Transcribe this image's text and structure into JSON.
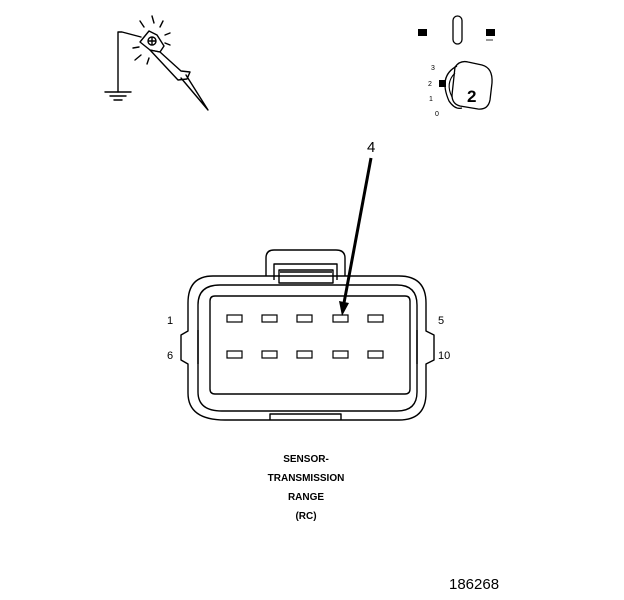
{
  "connector": {
    "pin_labels": {
      "top_left": "1",
      "bottom_left": "6",
      "top_right": "5",
      "bottom_right": "10"
    },
    "callout": "4",
    "caption": [
      "SENSOR-",
      "TRANSMISSION",
      "RANGE",
      "(RC)"
    ]
  },
  "ignition_key": {
    "positions": [
      "3",
      "2",
      "1",
      "0"
    ],
    "selected": "2"
  },
  "icons": {
    "probe": "voltmeter-probe-to-ground-icon",
    "key": "ignition-key-switch-icon"
  },
  "figure_number": "186268"
}
